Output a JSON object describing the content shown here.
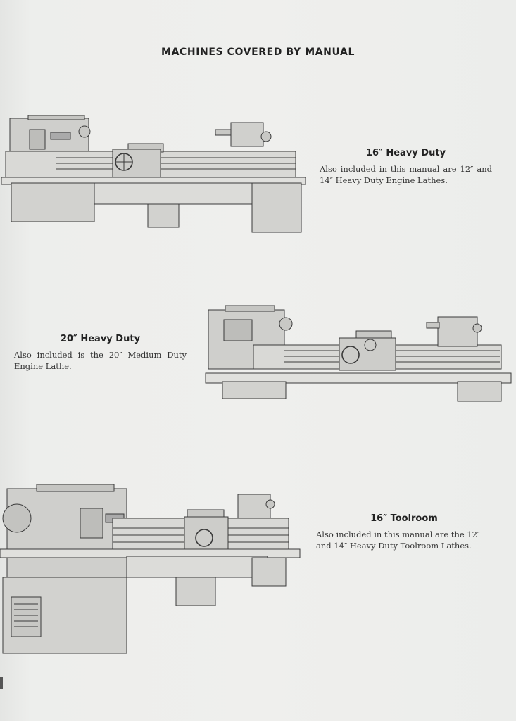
{
  "page": {
    "title": "MACHINES COVERED BY MANUAL"
  },
  "machines": [
    {
      "heading": "16″ Heavy Duty",
      "description": "Also included in this manual are 12″ and 14″ Heavy Duty Engine Lathes."
    },
    {
      "heading": "20″ Heavy Duty",
      "description": "Also included is the 20″ Medium Duty Engine Lathe."
    },
    {
      "heading": "16″ Toolroom",
      "description": "Also included in this manual are the 12″ and 14″ Heavy Duty Toolroom Lathes."
    }
  ]
}
